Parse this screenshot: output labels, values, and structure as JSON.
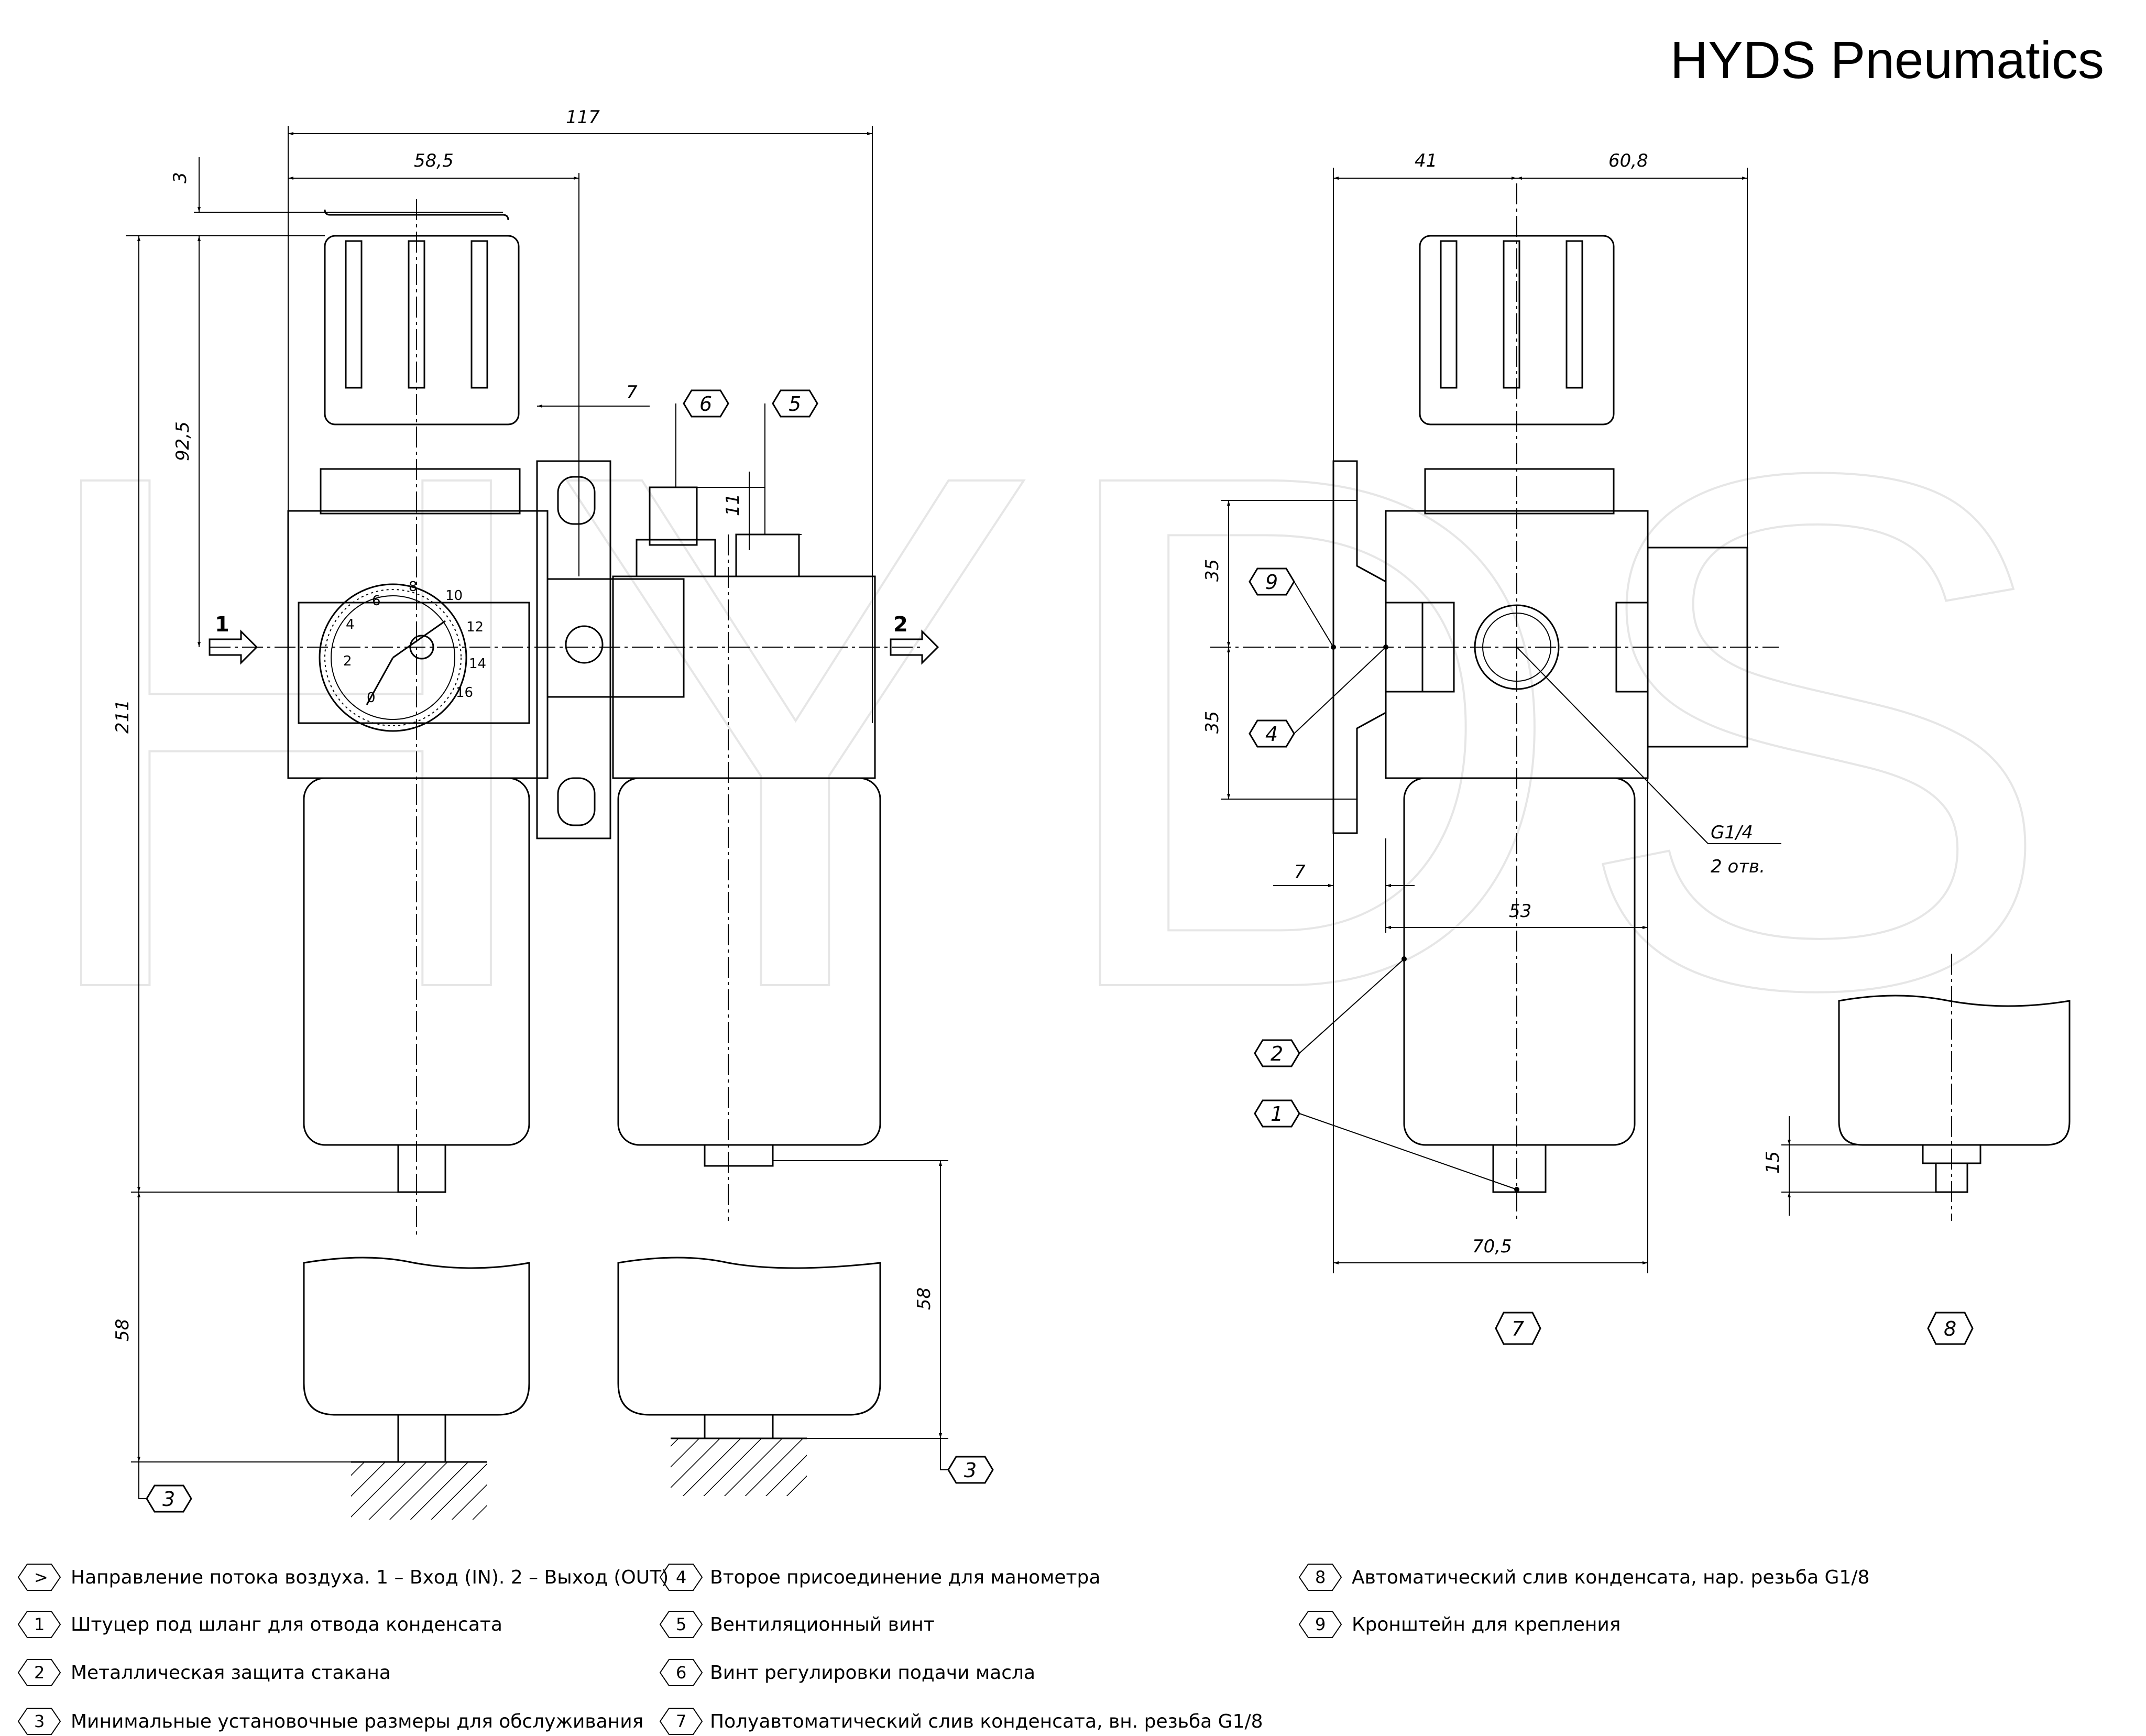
{
  "brand": "HYDS Pneumatics",
  "watermark": "HYDS",
  "front_view": {
    "dim_overall_width": "117",
    "dim_half_width": "58,5",
    "dim_top_gap": "3",
    "dim_height_upper": "92,5",
    "dim_height_total": "211",
    "dim_screw_offset": "7",
    "dim_vent_height": "11",
    "dim_service_left": "58",
    "dim_service_right": "58",
    "flow_in": "1",
    "flow_out": "2",
    "balloon_6": "6",
    "balloon_5": "5",
    "balloon_3_left": "3",
    "balloon_3_right": "3",
    "gauge_scale": [
      "0",
      "2",
      "4",
      "6",
      "8",
      "10",
      "12",
      "14",
      "16"
    ]
  },
  "side_view": {
    "dim_left": "41",
    "dim_right": "60,8",
    "dim_upper_35": "35",
    "dim_lower_35": "35",
    "dim_bracket_7": "7",
    "dim_body_53": "53",
    "dim_total_70_5": "70,5",
    "thread_label": "G1/4",
    "thread_count": "2 отв.",
    "balloon_9": "9",
    "balloon_4": "4",
    "balloon_2": "2",
    "balloon_1": "1",
    "view_label": "7"
  },
  "detail_view": {
    "dim_15": "15",
    "view_label": "8"
  },
  "legend": [
    {
      "mark": ">",
      "text": "Направление потока воздуха. 1 – Вход (IN). 2 – Выход (OUT)"
    },
    {
      "mark": "1",
      "text": "Штуцер под шланг для отвода конденсата"
    },
    {
      "mark": "2",
      "text": "Металлическая защита стакана"
    },
    {
      "mark": "3",
      "text": "Минимальные установочные размеры для обслуживания"
    },
    {
      "mark": "4",
      "text": "Второе присоединение для манометра"
    },
    {
      "mark": "5",
      "text": "Вентиляционный винт"
    },
    {
      "mark": "6",
      "text": "Винт регулировки подачи масла"
    },
    {
      "mark": "7",
      "text": "Полуавтоматический слив конденсата, вн. резьба G1/8"
    },
    {
      "mark": "8",
      "text": "Автоматический слив конденсата, нар. резьба G1/8"
    },
    {
      "mark": "9",
      "text": "Кронштейн для крепления"
    }
  ]
}
